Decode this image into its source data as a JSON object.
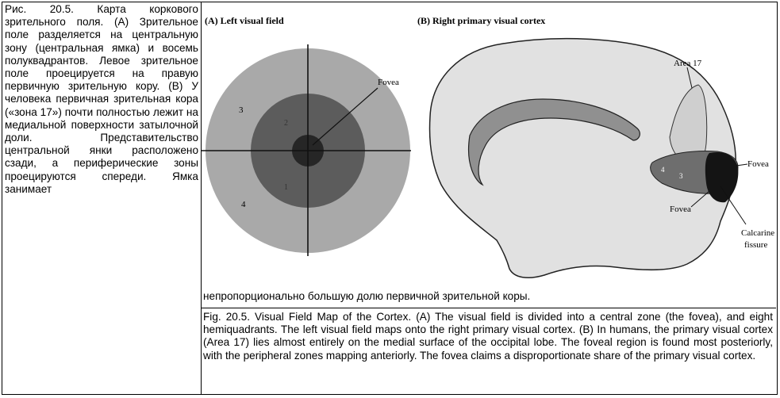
{
  "left_column": {
    "text": "Рис. 20.5. Карта коркового зрительного поля. (А) Зрительное поле разделяется на центральную зону (центральная ямка) и восемь полуквадрантов. Левое зрительное поле проецируется на правую первичную зрительную кору. (В) У человека первичная зрительная кора («зона 17») почти полностью лежит на медиальной поверхности затылочной доли. Представительство центральной янки расположено сзади, а периферические зоны проецируются спереди. Ямка занимает"
  },
  "figure": {
    "panel_a": {
      "title": "(A) Left visual field",
      "fovea_label": "Fovea",
      "zone_labels": [
        "3",
        "2",
        "1",
        "4"
      ]
    },
    "panel_b": {
      "title": "(B) Right primary visual cortex",
      "area_label": "Area 17",
      "fovea_label_right": "Fovea",
      "fovea_label_bottom": "Fovea",
      "calcarine_label_1": "Calcarine",
      "calcarine_label_2": "fissure"
    }
  },
  "continuation": "непропорционально большую долю первичной зрительной коры.",
  "caption": "Fig. 20.5. Visual Field Map of the Cortex. (A) The visual field is divided into a central zone (the fovea), and eight hemiquadrants. The left visual field maps onto the right primary visual cortex. (B) In humans, the primary visual cortex (Area 17) lies almost entirely on the medial surface of the occipital lobe. The foveal region is found most posteriorly, with the peripheral zones mapping anteriorly. The fovea claims a disproportionate share of the primary visual cortex."
}
